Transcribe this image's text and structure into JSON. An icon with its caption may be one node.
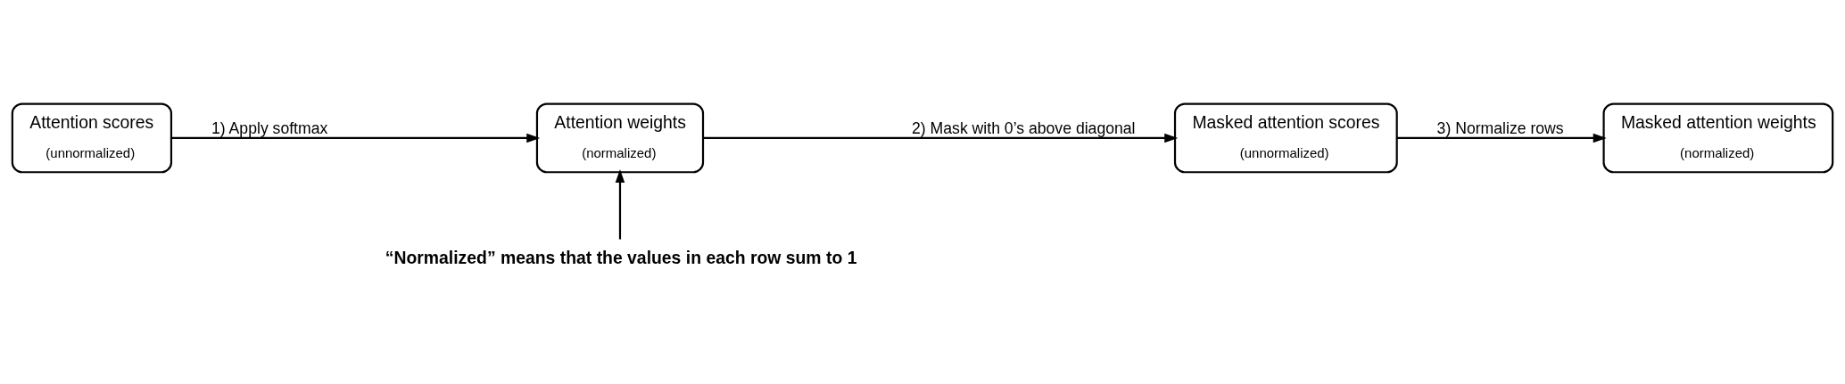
{
  "diagram": {
    "nodes": [
      {
        "text": [
          "Attention scores",
          "(unnormalized)"
        ]
      },
      {
        "text": [
          "Attention weights",
          "(normalized)"
        ]
      },
      {
        "text": [
          "Masked attention scores",
          "(unnormalized)"
        ]
      },
      {
        "text": [
          "Masked attention weights",
          "(normalized)"
        ]
      },
      {
        "text": [
          "“Normalized” means that the values in each row sum to 1"
        ]
      }
    ],
    "edges": [
      {
        "from": 0,
        "to": 1,
        "arrow": "to",
        "label": "1) Apply softmax"
      },
      {
        "from": 1,
        "to": 2,
        "arrow": "to",
        "label": "2) Mask with 0’s above diagonal"
      },
      {
        "from": 2,
        "to": 3,
        "arrow": "to",
        "label": "3) Normalize rows"
      },
      {
        "from": 4,
        "to": 1,
        "arrow": "to"
      }
    ]
  }
}
